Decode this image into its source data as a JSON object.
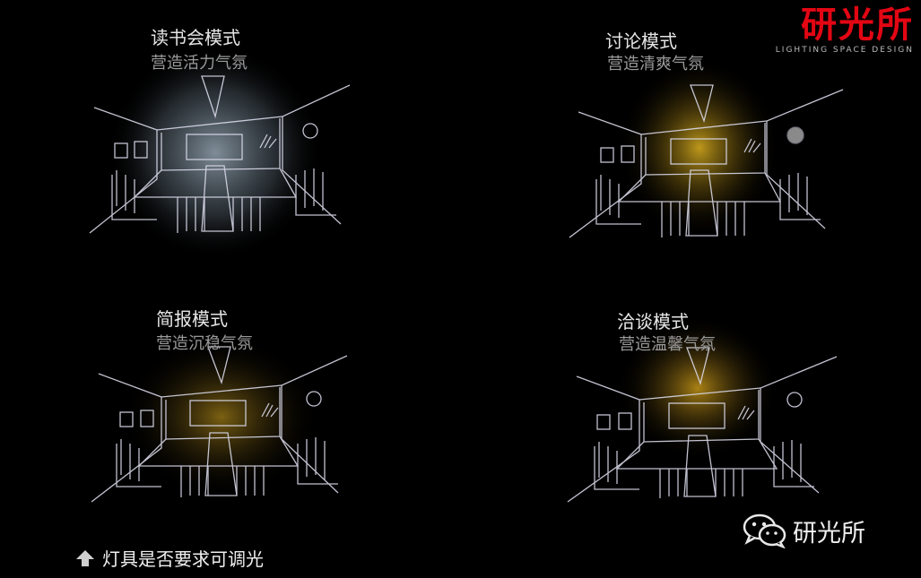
{
  "logo": {
    "cn": "研光所",
    "en": "LIGHTING SPACE DESIGN"
  },
  "panels": [
    {
      "title": "读书会模式",
      "subtitle": "营造活力气氛",
      "glow_color": "#b6c9d8"
    },
    {
      "title": "讨论模式",
      "subtitle": "营造清爽气氛",
      "glow_color": "#e0b320"
    },
    {
      "title": "简报模式",
      "subtitle": "营造沉稳气氛",
      "glow_color": "#b08a1a"
    },
    {
      "title": "洽谈模式",
      "subtitle": "营造温馨气氛",
      "glow_color": "#c89818"
    }
  ],
  "footer": {
    "note": "灯具是否要求可调光",
    "icon": "up-arrow-icon"
  },
  "wechat": {
    "label": "研光所",
    "icon": "wechat-icon"
  }
}
